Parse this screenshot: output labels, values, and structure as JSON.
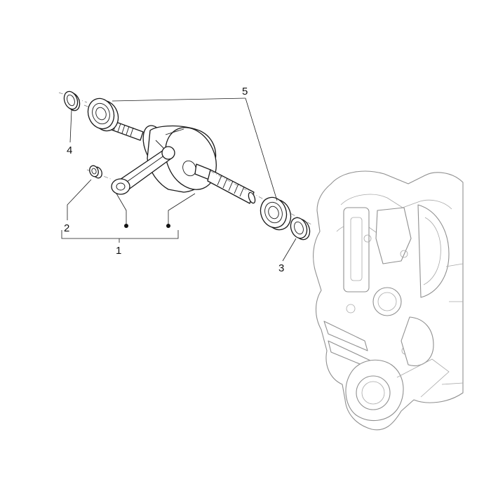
{
  "callouts": {
    "c1": "1",
    "c2": "2",
    "c3": "3",
    "c4": "4",
    "c5": "5"
  },
  "colors": {
    "ink": "#1a1a1a",
    "ghost": "#8f8f8f",
    "background": "#ffffff"
  }
}
